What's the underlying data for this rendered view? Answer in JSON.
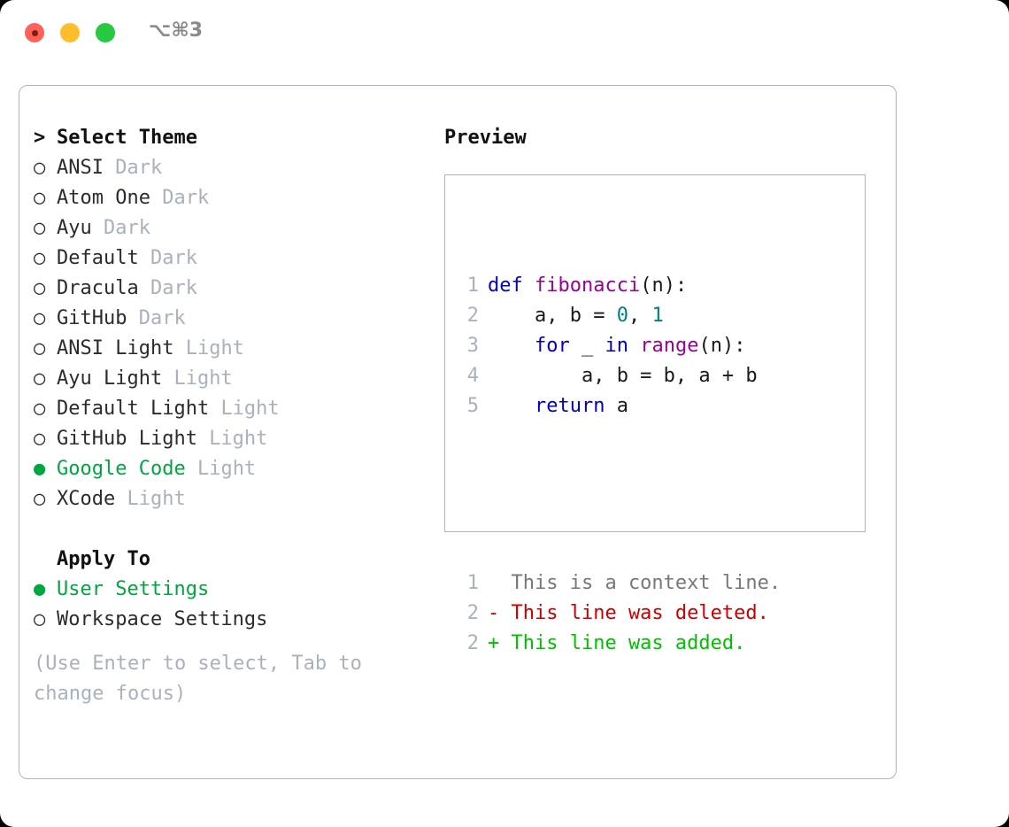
{
  "window": {
    "title": "⌥⌘3",
    "traffic_lights": [
      "close-red",
      "minimize-yellow",
      "maximize-green"
    ]
  },
  "colors": {
    "accent_green": "#00a63f",
    "muted": "#a9b1bd",
    "border": "#a9b4c4",
    "keyword": "#0000cc",
    "function": "#990099",
    "number": "#008080",
    "diff_delete": "#cc0000",
    "diff_add": "#00c000",
    "diff_context": "#777777"
  },
  "theme_list": {
    "header": "Select Theme",
    "cursor": ">",
    "marker_unselected": "○",
    "marker_selected": "●",
    "items": [
      {
        "marker": "○",
        "name": "ANSI",
        "variant": "Dark",
        "selected": false
      },
      {
        "marker": "○",
        "name": "Atom One",
        "variant": "Dark",
        "selected": false
      },
      {
        "marker": "○",
        "name": "Ayu",
        "variant": "Dark",
        "selected": false
      },
      {
        "marker": "○",
        "name": "Default",
        "variant": "Dark",
        "selected": false
      },
      {
        "marker": "○",
        "name": "Dracula",
        "variant": "Dark",
        "selected": false
      },
      {
        "marker": "○",
        "name": "GitHub",
        "variant": "Dark",
        "selected": false
      },
      {
        "marker": "○",
        "name": "ANSI Light",
        "variant": "Light",
        "selected": false
      },
      {
        "marker": "○",
        "name": "Ayu Light",
        "variant": "Light",
        "selected": false
      },
      {
        "marker": "○",
        "name": "Default Light",
        "variant": "Light",
        "selected": false
      },
      {
        "marker": "○",
        "name": "GitHub Light",
        "variant": "Light",
        "selected": false
      },
      {
        "marker": "●",
        "name": "Google Code",
        "variant": "Light",
        "selected": true
      },
      {
        "marker": "○",
        "name": "XCode",
        "variant": "Light",
        "selected": false
      }
    ]
  },
  "apply_to": {
    "header": "Apply To",
    "items": [
      {
        "marker": "●",
        "label": "User Settings",
        "selected": true
      },
      {
        "marker": "○",
        "label": "Workspace Settings",
        "selected": false
      }
    ]
  },
  "hint": "(Use Enter to select, Tab to change focus)",
  "preview": {
    "title": "Preview",
    "code_lines": [
      {
        "n": "1",
        "tokens": [
          {
            "t": "def",
            "c": "kw"
          },
          {
            "t": " ",
            "c": "pl"
          },
          {
            "t": "fibonacci",
            "c": "fn"
          },
          {
            "t": "(n):",
            "c": "pl"
          }
        ]
      },
      {
        "n": "2",
        "tokens": [
          {
            "t": "    a, b = ",
            "c": "pl"
          },
          {
            "t": "0",
            "c": "num"
          },
          {
            "t": ", ",
            "c": "pl"
          },
          {
            "t": "1",
            "c": "num"
          }
        ]
      },
      {
        "n": "3",
        "tokens": [
          {
            "t": "    ",
            "c": "pl"
          },
          {
            "t": "for",
            "c": "kw"
          },
          {
            "t": " _ ",
            "c": "pl"
          },
          {
            "t": "in",
            "c": "kw"
          },
          {
            "t": " ",
            "c": "pl"
          },
          {
            "t": "range",
            "c": "fn"
          },
          {
            "t": "(n):",
            "c": "pl"
          }
        ]
      },
      {
        "n": "4",
        "tokens": [
          {
            "t": "        a, b = b, a + b",
            "c": "pl"
          }
        ]
      },
      {
        "n": "5",
        "tokens": [
          {
            "t": "    ",
            "c": "pl"
          },
          {
            "t": "return",
            "c": "kw"
          },
          {
            "t": " a",
            "c": "pl"
          }
        ]
      }
    ],
    "diff_lines": [
      {
        "n": "1",
        "prefix": "  ",
        "text": "This is a context line.",
        "kind": "diff-ctx"
      },
      {
        "n": "2",
        "prefix": "- ",
        "text": "This line was deleted.",
        "kind": "diff-del"
      },
      {
        "n": "2",
        "prefix": "+ ",
        "text": "This line was added.",
        "kind": "diff-add"
      }
    ]
  }
}
